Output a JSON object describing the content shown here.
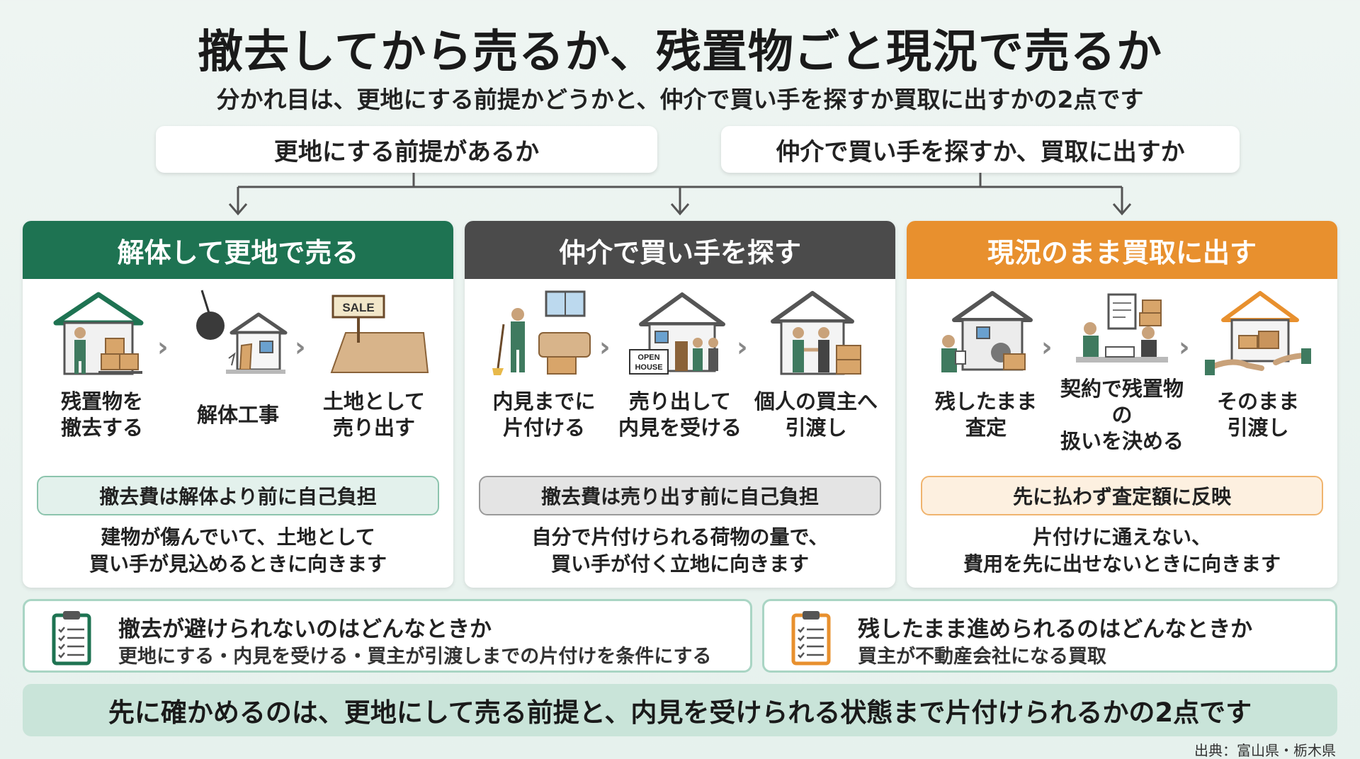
{
  "title": "撤去してから売るか、残置物ごと現況で売るか",
  "subtitle": "分かれ目は、更地にする前提かどうかと、仲介で買い手を探すか買取に出すかの2点です",
  "questions": [
    "更地にする前提があるか",
    "仲介で買い手を探すか、買取に出すか"
  ],
  "colors": {
    "green": "#1e7352",
    "gray": "#4b4b4b",
    "orange": "#e8902e"
  },
  "cards": [
    {
      "header": "解体して更地で売る",
      "steps": [
        {
          "line1": "残置物を",
          "line2": "撤去する",
          "icon": "house-moving-boxes-icon"
        },
        {
          "line1": "解体工事",
          "line2": "",
          "icon": "wrecking-ball-icon"
        },
        {
          "line1": "土地として",
          "line2": "売り出す",
          "icon": "land-sale-sign-icon"
        }
      ],
      "sale_sign": "SALE",
      "cost": "撤去費は解体より前に自己負担",
      "note1": "建物が傷んでいて、土地として",
      "note2": "買い手が見込めるときに向きます"
    },
    {
      "header": "仲介で買い手を探す",
      "steps": [
        {
          "line1": "内見までに",
          "line2": "片付ける",
          "icon": "cleaning-room-icon"
        },
        {
          "line1": "売り出して",
          "line2": "内見を受ける",
          "icon": "open-house-icon"
        },
        {
          "line1": "個人の買主へ",
          "line2": "引渡し",
          "icon": "handshake-house-icon"
        }
      ],
      "open_house": [
        "OPEN",
        "HOUSE"
      ],
      "cost": "撤去費は売り出す前に自己負担",
      "note1": "自分で片付けられる荷物の量で、",
      "note2": "買い手が付く立地に向きます"
    },
    {
      "header": "現況のまま買取に出す",
      "steps": [
        {
          "line1": "残したまま",
          "line2": "査定",
          "icon": "cluttered-house-inspection-icon"
        },
        {
          "line1": "契約で残置物の",
          "line2": "扱いを決める",
          "icon": "contract-signing-icon"
        },
        {
          "line1": "そのまま",
          "line2": "引渡し",
          "icon": "handover-house-icon"
        }
      ],
      "cost": "先に払わず査定額に反映",
      "note1": "片付けに通えない、",
      "note2": "費用を先に出せないときに向きます"
    }
  ],
  "bottom": [
    {
      "title": "撤去が避けられないのはどんなときか",
      "text": "更地にする・内見を受ける・買主が引渡しまでの片付けを条件にする",
      "icon": "clipboard-checklist-icon"
    },
    {
      "title": "残したまま進められるのはどんなときか",
      "text": "買主が不動産会社になる買取",
      "icon": "clipboard-checklist-icon"
    }
  ],
  "footer": "先に確かめるのは、更地にして売る前提と、内見を受けられる状態まで片付けられるかの2点です",
  "source": "出典：富山県・栃木県"
}
